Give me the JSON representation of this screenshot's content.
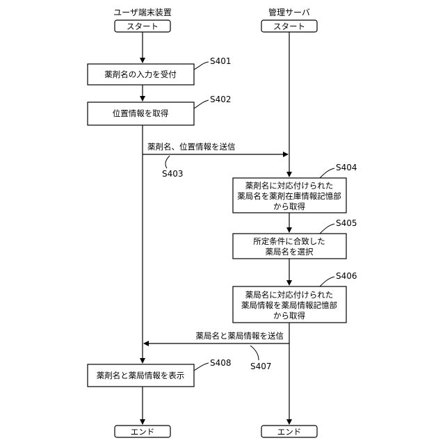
{
  "lanes": {
    "user": "ユーザ端末装置",
    "server": "管理サーバ"
  },
  "terminals": {
    "user_start": "スタート",
    "server_start": "スタート",
    "user_end": "エンド",
    "server_end": "エンド"
  },
  "steps": {
    "s401": {
      "label": "S401",
      "lines": [
        "薬剤名の入力を受付"
      ]
    },
    "s402": {
      "label": "S402",
      "lines": [
        "位置情報を取得"
      ]
    },
    "s404": {
      "label": "S404",
      "lines": [
        "薬剤名に対応付けられた",
        "薬局名を薬剤在庫情報記憶部",
        "から取得"
      ]
    },
    "s405": {
      "label": "S405",
      "lines": [
        "所定条件に合致した",
        "薬局名を選択"
      ]
    },
    "s406": {
      "label": "S406",
      "lines": [
        "薬局名に対応付けられた",
        "薬局情報を薬局情報記憶部",
        "から取得"
      ]
    },
    "s408": {
      "label": "S408",
      "lines": [
        "薬剤名と薬局情報を表示"
      ]
    }
  },
  "messages": {
    "s403": {
      "label": "S403",
      "text": "薬剤名、位置情報を送信"
    },
    "s407": {
      "label": "S407",
      "text": "薬局名と薬局情報を送信"
    }
  }
}
